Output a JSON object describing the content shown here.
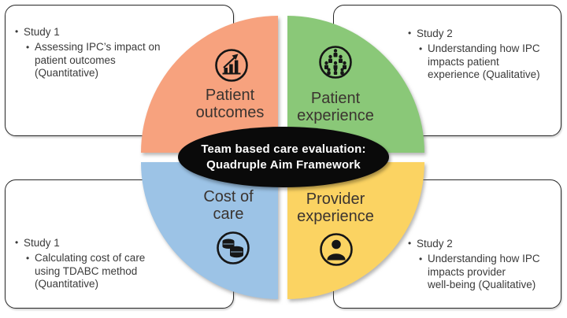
{
  "center": {
    "title": "Team based care evaluation:\nQuadruple Aim Framework",
    "bg_color": "#0a0a0a",
    "text_color": "#ffffff"
  },
  "quadrants": {
    "patient_outcomes": {
      "label": "Patient\noutcomes",
      "color": "#f7a27e",
      "icon": "bar-chart-growth-icon"
    },
    "patient_experience": {
      "label": "Patient\nexperience",
      "color": "#8ac878",
      "icon": "crowd-icon"
    },
    "cost_of_care": {
      "label": "Cost of\ncare",
      "color": "#9cc3e6",
      "icon": "coin-stacks-icon"
    },
    "provider_experience": {
      "label": "Provider\nexperience",
      "color": "#fbd362",
      "icon": "person-icon"
    }
  },
  "boxes": {
    "top_left": {
      "study": "Study 1",
      "detail": "Assessing IPC’s impact on\npatient outcomes\n(Quantitative)"
    },
    "top_right": {
      "study": "Study 2",
      "detail": "Understanding how IPC\nimpacts patient\nexperience (Qualitative)"
    },
    "bottom_left": {
      "study": "Study 1",
      "detail": "Calculating cost of care\nusing TDABC method\n(Quantitative)"
    },
    "bottom_right": {
      "study": "Study 2",
      "detail": "Understanding how IPC\nimpacts provider\nwell-being (Qualitative)"
    }
  },
  "bullet_glyph": "•"
}
